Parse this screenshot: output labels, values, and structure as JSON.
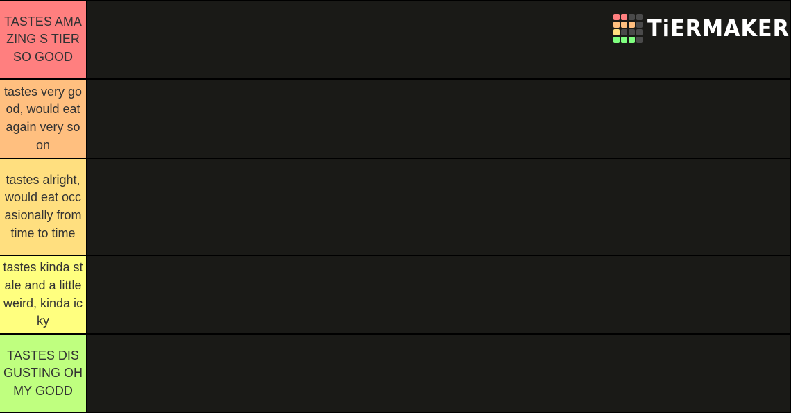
{
  "tiers": [
    {
      "label": "TASTES AMAZING S TIER SO GOOD",
      "color": "#ff7f7f"
    },
    {
      "label": "tastes very good, would eat again very soon",
      "color": "#ffbf7f"
    },
    {
      "label": "tastes alright, would eat occasionally from time to time",
      "color": "#ffdf7f"
    },
    {
      "label": "tastes kinda stale and a little weird, kinda icky",
      "color": "#ffff7f"
    },
    {
      "label": "TASTES DISGUSTING OH MY GODD",
      "color": "#bfff7f"
    }
  ],
  "watermark": {
    "text": "TiERMAKER",
    "grid_colors": [
      "#ff7f7f",
      "#ff7f7f",
      "#4a4a4a",
      "#4a4a4a",
      "#ffbf7f",
      "#ffbf7f",
      "#ffbf7f",
      "#4a4a4a",
      "#ffdf7f",
      "#4a4a4a",
      "#4a4a4a",
      "#4a4a4a",
      "#7fff7f",
      "#7fff7f",
      "#7fff7f",
      "#4a4a4a"
    ]
  },
  "colors": {
    "background": "#000000",
    "item_area": "#1a1a17",
    "label_text": "#333333"
  }
}
